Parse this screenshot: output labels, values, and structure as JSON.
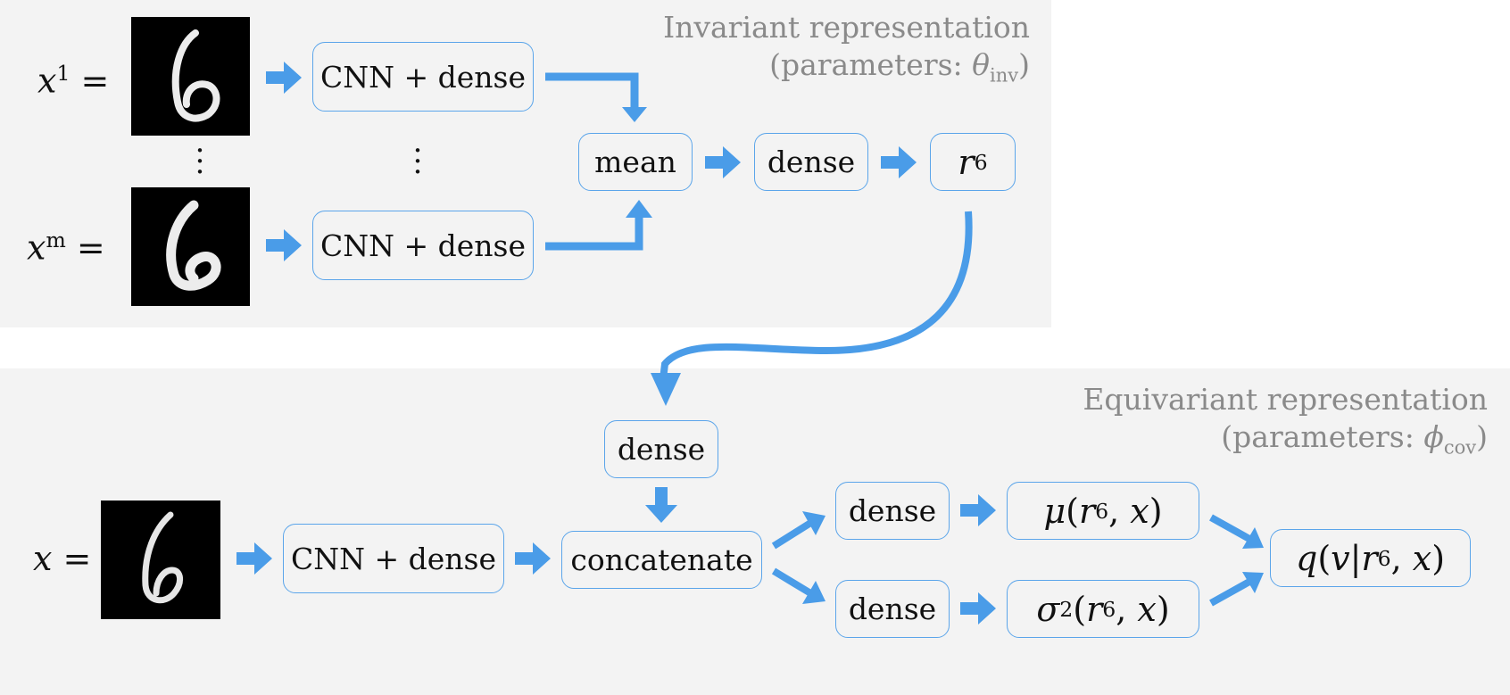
{
  "colors": {
    "accent": "#4a9ce8",
    "panel": "#f3f3f3",
    "title_gray": "#8a8a8a"
  },
  "invariant": {
    "title_line1": "Invariant representation",
    "title_line2_prefix": "(parameters: ",
    "title_param": "θ",
    "title_param_sub": "inv",
    "title_line2_suffix": ")",
    "x1_var": "x",
    "x1_sup": "1",
    "xm_var": "x",
    "xm_sup": "m",
    "equals": "=",
    "cnn_dense_1": "CNN + dense",
    "cnn_dense_m": "CNN + dense",
    "mean": "mean",
    "dense": "dense",
    "r_var": "r",
    "r_sub": "6",
    "digit_icon": "handwritten-digit-six-image"
  },
  "equivariant": {
    "title_line1": "Equivariant representation",
    "title_line2_prefix": "(parameters: ",
    "title_param": "ϕ",
    "title_param_sub": "cov",
    "title_line2_suffix": ")",
    "x_var": "x",
    "equals": "=",
    "cnn_dense": "CNN + dense",
    "dense_top": "dense",
    "concatenate": "concatenate",
    "dense_mu": "dense",
    "dense_sigma": "dense",
    "mu_symbol": "μ",
    "mu_args_open": "(",
    "mu_r": "r",
    "mu_r_sub": "6",
    "mu_args_rest": ", ",
    "mu_x": "x",
    "mu_close": ")",
    "sigma_symbol": "σ",
    "sigma_sup": "2",
    "sigma_args_open": "(",
    "sigma_r": "r",
    "sigma_r_sub": "6",
    "sigma_args_rest": ", ",
    "sigma_x": "x",
    "sigma_close": ")",
    "q_symbol": "q",
    "q_open": "(",
    "q_v": "v",
    "q_bar": "|",
    "q_r": "r",
    "q_r_sub": "6",
    "q_comma": ", ",
    "q_x": "x",
    "q_close": ")"
  }
}
